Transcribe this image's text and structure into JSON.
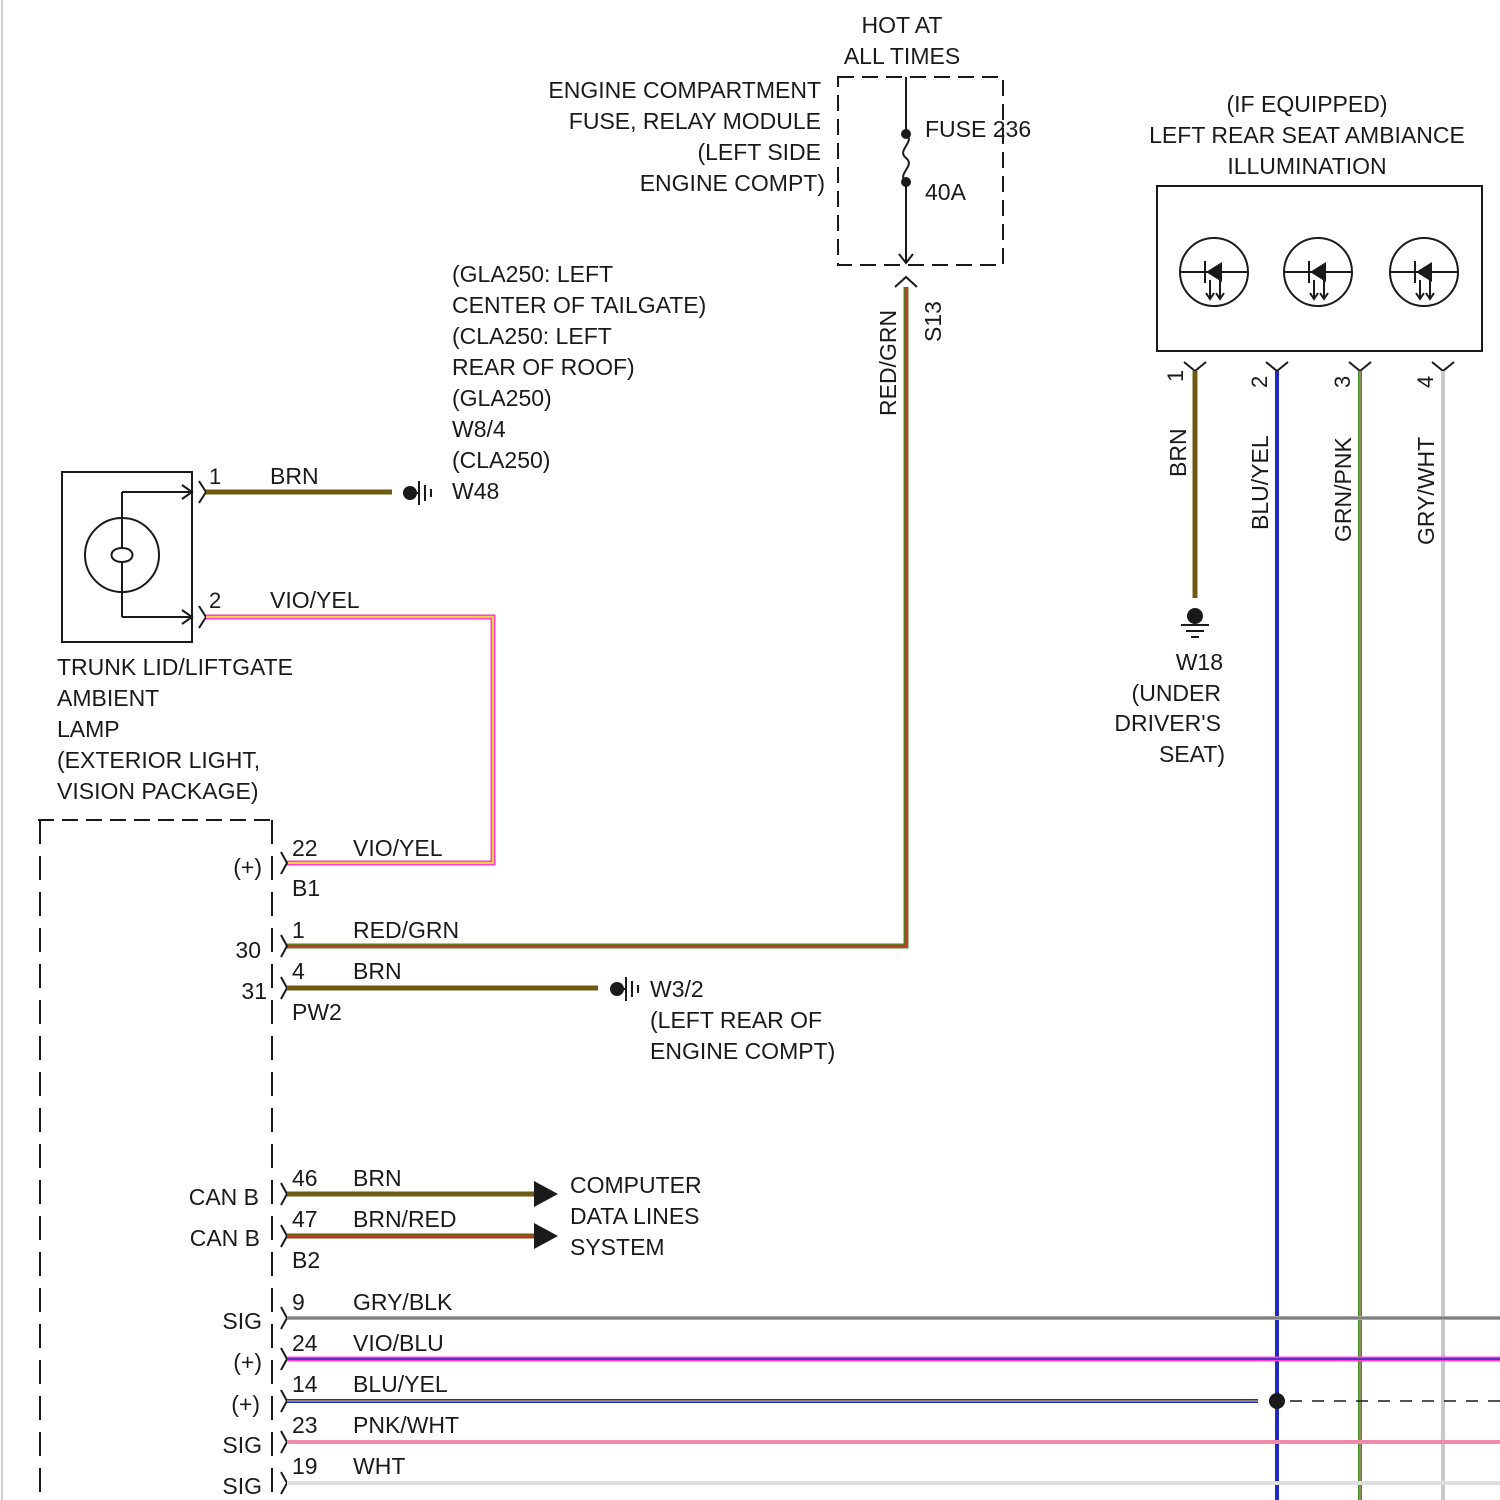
{
  "fuse_block": {
    "header": [
      "HOT AT",
      "ALL TIMES"
    ],
    "module": [
      "ENGINE COMPARTMENT",
      "FUSE, RELAY MODULE",
      "(LEFT SIDE",
      "ENGINE COMPT)"
    ],
    "fuse_name": "FUSE 236",
    "fuse_rating": "40A",
    "output_connector": "S13",
    "output_wire": "RED/GRN"
  },
  "ground_w48": {
    "lines": [
      "(GLA250: LEFT",
      "CENTER OF TAILGATE)",
      "(CLA250: LEFT",
      "REAR OF ROOF)",
      "(GLA250)",
      "W8/4",
      "(CLA250)",
      "W48"
    ]
  },
  "ambiance_illumination": {
    "lines": [
      "(IF EQUIPPED)",
      "LEFT REAR SEAT AMBIANCE",
      "ILLUMINATION"
    ],
    "pins": [
      {
        "pin": "1",
        "wire": "BRN"
      },
      {
        "pin": "2",
        "wire": "BLU/YEL"
      },
      {
        "pin": "3",
        "wire": "GRN/PNK"
      },
      {
        "pin": "4",
        "wire": "GRY/WHT"
      }
    ]
  },
  "ground_w18": {
    "lines": [
      "W18",
      "(UNDER",
      "DRIVER'S",
      "SEAT)"
    ]
  },
  "trunk_lamp": {
    "lines": [
      "TRUNK LID/LIFTGATE",
      "AMBIENT",
      "LAMP",
      "(EXTERIOR LIGHT,",
      "VISION PACKAGE)"
    ],
    "pins": [
      {
        "pin": "1",
        "wire": "BRN"
      },
      {
        "pin": "2",
        "wire": "VIO/YEL"
      }
    ]
  },
  "module_terminals": {
    "b1": {
      "label": "B1",
      "rows": [
        {
          "pin": "22",
          "wire": "VIO/YEL",
          "signal": "(+)"
        }
      ]
    },
    "pw2": {
      "label": "PW2",
      "rows": [
        {
          "pin": "1",
          "wire": "RED/GRN",
          "signal": "30"
        },
        {
          "pin": "4",
          "wire": "BRN",
          "signal": "31"
        }
      ]
    },
    "b2": {
      "label": "B2",
      "rows": [
        {
          "pin": "46",
          "wire": "BRN",
          "signal": "CAN B"
        },
        {
          "pin": "47",
          "wire": "BRN/RED",
          "signal": "CAN B"
        }
      ]
    },
    "lower_rows": [
      {
        "pin": "9",
        "wire": "GRY/BLK",
        "signal": "SIG"
      },
      {
        "pin": "24",
        "wire": "VIO/BLU",
        "signal": "(+)"
      },
      {
        "pin": "14",
        "wire": "BLU/YEL",
        "signal": "(+)"
      },
      {
        "pin": "23",
        "wire": "PNK/WHT",
        "signal": "SIG"
      },
      {
        "pin": "19",
        "wire": "WHT",
        "signal": "SIG"
      }
    ]
  },
  "ground_w3_2": {
    "lines": [
      "W3/2",
      "(LEFT REAR OF",
      "ENGINE COMPT)"
    ]
  },
  "data_lines": {
    "lines": [
      "COMPUTER",
      "DATA LINES",
      "SYSTEM"
    ]
  },
  "wire_colors": {
    "BRN": "#6f5a12",
    "RED": "#c0392b",
    "GRN": "#3f8f1f",
    "VIO": "#ff3fd0",
    "YEL": "#f2d040",
    "BLU": "#1f2bc0",
    "PNK": "#f08aa8",
    "GRY": "#a9a9a9",
    "WHT": "#d8d8d8",
    "BLK": "#555555"
  }
}
